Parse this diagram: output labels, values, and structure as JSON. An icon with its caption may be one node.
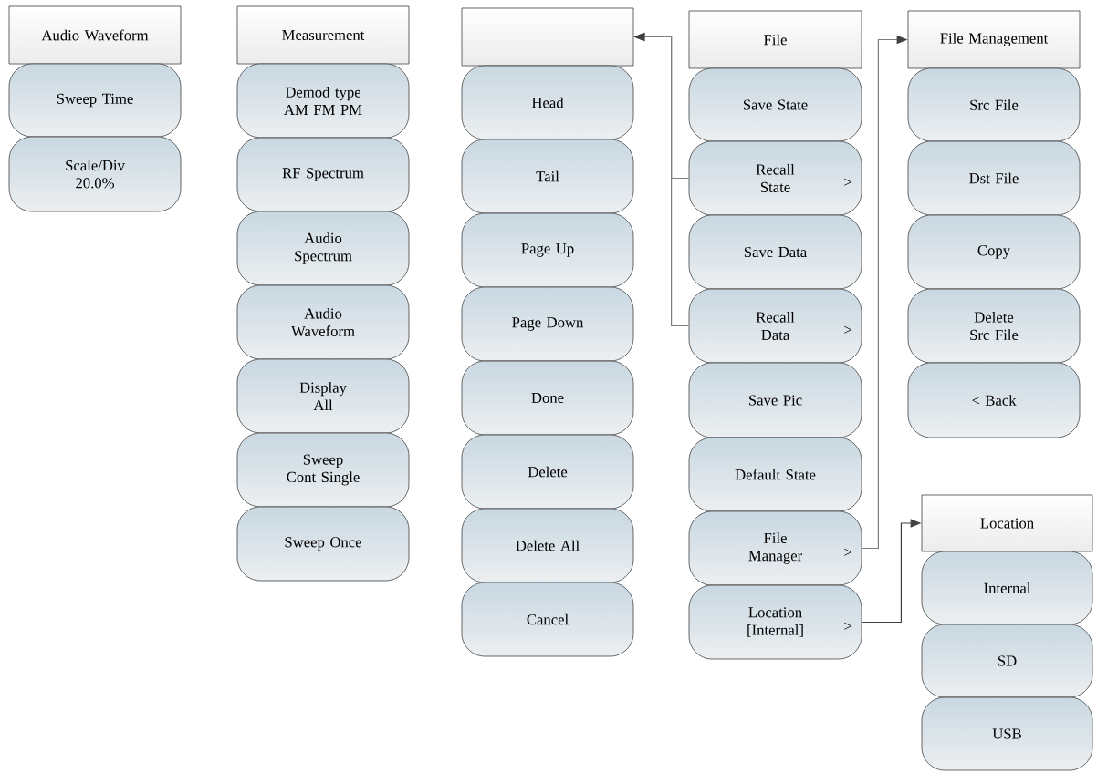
{
  "diagram": {
    "nodes": [
      {
        "text": [
          "Audio Waveform"
        ]
      },
      {
        "text": [
          "Sweep Time"
        ]
      },
      {
        "text": [
          "Scale/Div 20.0%"
        ]
      },
      {
        "text": [
          "Measurement"
        ]
      },
      {
        "text": [
          "Demod type AM FM PM"
        ]
      },
      {
        "text": [
          "RF Spectrum"
        ]
      },
      {
        "text": [
          "Audio Spectrum"
        ]
      },
      {
        "text": [
          "Audio Waveform"
        ]
      },
      {
        "text": [
          "Display All"
        ]
      },
      {
        "text": [
          "Sweep Cont Single"
        ]
      },
      {
        "text": [
          "Sweep Once"
        ]
      },
      {
        "text": [],
        "shape": "box"
      },
      {
        "text": [
          "Head"
        ]
      },
      {
        "text": [
          "Tail"
        ]
      },
      {
        "text": [
          "Page Up"
        ]
      },
      {
        "text": [
          "Page Down"
        ]
      },
      {
        "text": [
          "Done"
        ]
      },
      {
        "text": [
          "Delete"
        ]
      },
      {
        "text": [
          "Delete All"
        ]
      },
      {
        "text": [
          "Cancel"
        ]
      },
      {
        "text": [
          "File"
        ]
      },
      {
        "text": [
          "Save State"
        ]
      },
      {
        "text": [
          "Recall State",
          ">"
        ]
      },
      {
        "text": [
          "Save Data"
        ]
      },
      {
        "text": [
          "Recall Data",
          ">"
        ]
      },
      {
        "text": [
          "Save Pic"
        ]
      },
      {
        "text": [
          "Default State"
        ]
      },
      {
        "text": [
          "File Manager",
          ">"
        ]
      },
      {
        "text": [
          "Location [Internal]",
          ">"
        ]
      },
      {
        "text": [
          "File Management"
        ]
      },
      {
        "text": [
          "Src File"
        ]
      },
      {
        "text": [
          "Dst File"
        ]
      },
      {
        "text": [
          "Copy"
        ]
      },
      {
        "text": [
          "Delete Src File"
        ]
      },
      {
        "text": [
          "< Back"
        ]
      },
      {
        "text": [
          "Location"
        ]
      },
      {
        "text": [
          "Internal"
        ]
      },
      {
        "text": [
          "SD"
        ]
      },
      {
        "text": [
          "USB"
        ]
      }
    ],
    "edges": [
      {
        "from": 22,
        "to": 11,
        "arrow": "to"
      },
      {
        "from": 24,
        "to": 11,
        "arrow": "to"
      },
      {
        "from": 27,
        "to": 29,
        "arrow": "to"
      },
      {
        "from": 28,
        "to": 35,
        "arrow": "to",
        "color": "#404040"
      }
    ]
  }
}
